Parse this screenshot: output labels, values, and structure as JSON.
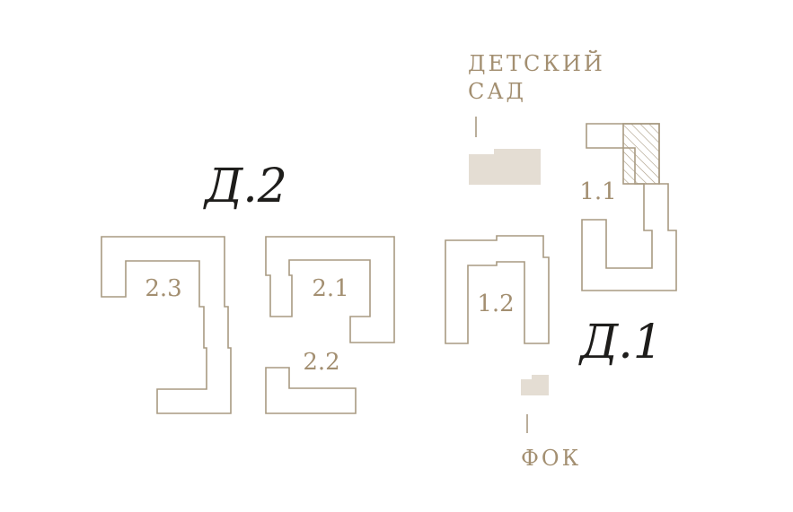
{
  "phases": {
    "d2": "Д.2",
    "d1": "Д.1"
  },
  "buildings": {
    "b23": "2.3",
    "b21": "2.1",
    "b22": "2.2",
    "b12": "1.2",
    "b11": "1.1"
  },
  "facilities": {
    "kindergarten_line1": "ДЕТСКИЙ",
    "kindergarten_line2": "САД",
    "sport_center": "ФОК"
  },
  "colors": {
    "outline": "#a89a82",
    "label": "#a38f71",
    "phase_label": "#1e1d1b",
    "facility_fill": "#e4ddd3"
  }
}
